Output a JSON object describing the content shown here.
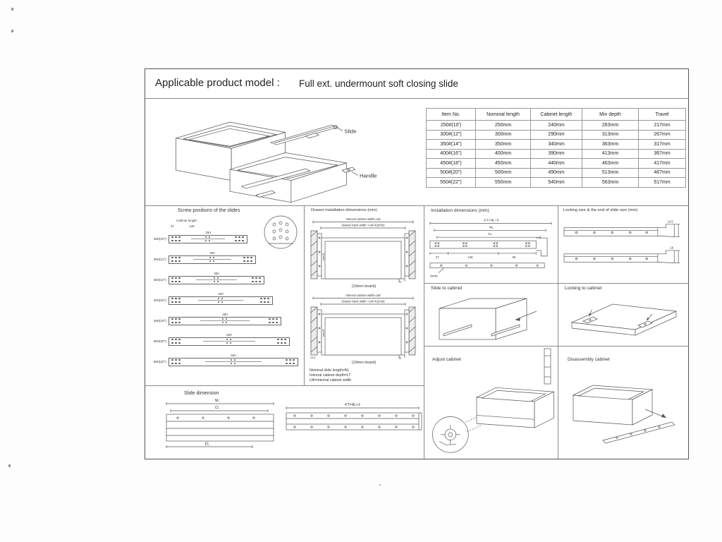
{
  "header": {
    "label": "Applicable product model :",
    "value": "Full ext. undermount soft closing slide"
  },
  "product_view": {
    "slide_label": "Slide",
    "handle_label": "Handle"
  },
  "spec_table": {
    "headers": [
      "Item No.",
      "Nominal length",
      "Cabinet length",
      "Min depth",
      "Travel"
    ],
    "rows": [
      [
        "250#(10')",
        "250mm",
        "240mm",
        "263mm",
        "217mm"
      ],
      [
        "300#(12\")",
        "300mm",
        "290mm",
        "313mm",
        "267mm"
      ],
      [
        "350#(14\")",
        "350mm",
        "340mm",
        "363mm",
        "317mm"
      ],
      [
        "400#(16\")",
        "400mm",
        "390mm",
        "413mm",
        "367mm"
      ],
      [
        "450#(18\")",
        "450mm",
        "440mm",
        "463mm",
        "417mm"
      ],
      [
        "500#(20\")",
        "500mm",
        "490mm",
        "513mm",
        "467mm"
      ],
      [
        "550#(22\")",
        "550mm",
        "540mm",
        "563mm",
        "517mm"
      ]
    ]
  },
  "screw_panel": {
    "title": "Screw positions of the slides",
    "top_label": "Cabinet length",
    "dim_a": "37",
    "dim_b": "128",
    "rows": [
      {
        "label": "250(10\")",
        "length": "250"
      },
      {
        "label": "300(12\")",
        "length": "300"
      },
      {
        "label": "350(14\")",
        "length": "350"
      },
      {
        "label": "400(16\")",
        "length": "400"
      },
      {
        "label": "450(18\")",
        "length": "450"
      },
      {
        "label": "500(20\")",
        "length": "500"
      },
      {
        "label": "550(22\")",
        "length": "550"
      }
    ]
  },
  "drawer_panel": {
    "title": "Drawer installation dimensions (mm)",
    "width_label": "Internal cabinet width=LW",
    "back_label": "Drawer back width =LW-42(min)",
    "min16": "min16",
    "min19": "min19",
    "dim_245": "24.5",
    "dim_33": "33",
    "board16": "(16mm board)",
    "board19": "(19mm board)",
    "notes": [
      "Nominal slide length=NL",
      "Internal cabinet depth=LT",
      "LW=internal cabinet width"
    ]
  },
  "install_panel": {
    "title": "Installation dimensions (mm)",
    "kt": "KT=NL+3",
    "nl": "NL",
    "cl": "CL",
    "dim_37": "37",
    "dim_128": "128",
    "dim_96": "96",
    "note_4mm": "4mm"
  },
  "locking_panel": {
    "title": "Locking size & the end of slide size (mm)",
    "dim_145": "14.5",
    "dim_19": "19"
  },
  "cells": {
    "slide_to_cabinet": "Slide to cabinet",
    "locking_to_cabinet": "Locking to cabinet",
    "adjust_cabinet": "Adjust cabinet",
    "disassembly_cabinet": "Disassembly cabinet"
  },
  "slide_dimension": {
    "title": "Slide dimension",
    "nl": "NL",
    "cl": "CL",
    "el": "EL",
    "kt": "KT=NL+3"
  }
}
